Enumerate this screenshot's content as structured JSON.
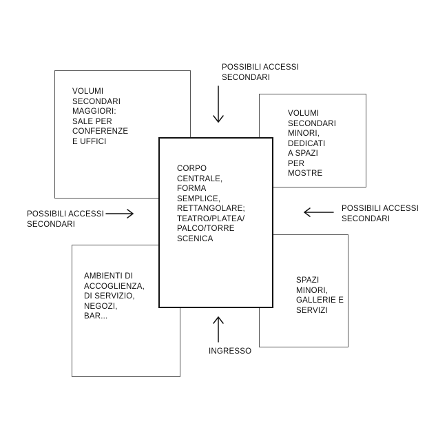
{
  "boxes": {
    "top_left": {
      "text": "VOLUMI\nSECONDARI\nMAGGIORI:\nSALE PER\nCONFERENZE\nE UFFICI"
    },
    "top_right": {
      "text": "VOLUMI\nSECONDARI\nMINORI,\nDEDICATI\nA SPAZI\nPER\nMOSTRE"
    },
    "bottom_left": {
      "text": "AMBIENTI DI\nACCOGLIENZA,\nDI SERVIZIO,\nNEGOZI,\nBAR..."
    },
    "bottom_right": {
      "text": "SPAZI\nMINORI,\nGALLERIE E\nSERVIZI"
    },
    "central": {
      "text": "CORPO\nCENTRALE,\nFORMA\nSEMPLICE,\nRETTANGOLARE;\nTEATRO/PLATEA/\nPALCO/TORRE\nSCENICA"
    }
  },
  "access_labels": {
    "top": "POSSIBILI ACCESSI\nSECONDARI",
    "left": "POSSIBILI ACCESSI\nSECONDARI",
    "right": "POSSIBILI ACCESSI\nSECONDARI",
    "bottom": "INGRESSO"
  }
}
